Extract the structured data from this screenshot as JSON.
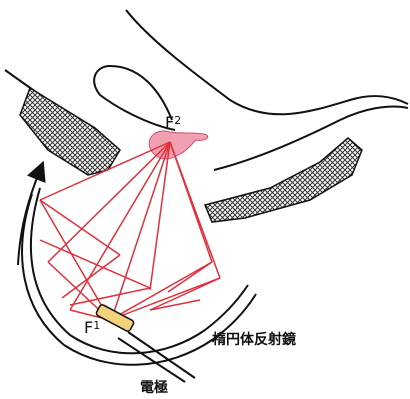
{
  "labels": {
    "focus2": "F",
    "focus2_sub": "2",
    "focus1": "F",
    "focus1_sub": "1",
    "reflector": "楕円体反射鏡",
    "electrode": "電極"
  },
  "colors": {
    "ray": "#e0303c",
    "stone": "#f0a0b0",
    "stone_edge": "#d05070",
    "electrode": "#f2d27a",
    "outline": "#111111",
    "hatch": "#333333"
  }
}
